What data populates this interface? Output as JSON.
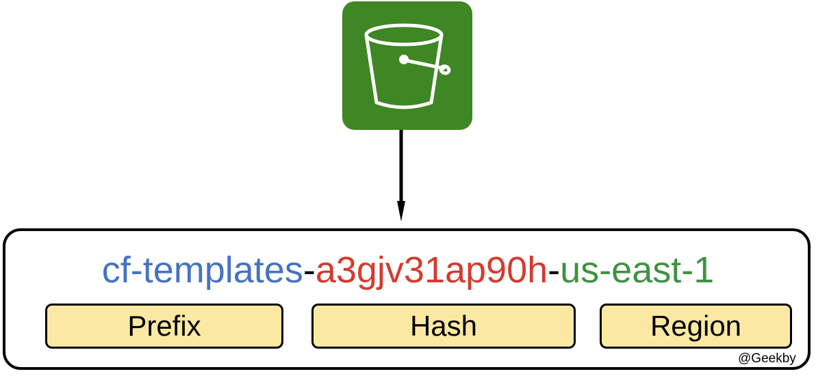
{
  "bucket_icon": {
    "icon": "s3-bucket-icon",
    "tile_color": "#3f8624",
    "glyph_color": "#ffffff"
  },
  "bucket_name": {
    "prefix": "cf-templates",
    "separator_1": "-",
    "hash": "a3gjv31ap90h",
    "separator_2": "-",
    "region": "us-east-1",
    "colors": {
      "prefix": "#4472c4",
      "hash": "#d33b2f",
      "region": "#3f9142"
    }
  },
  "labels": {
    "prefix": "Prefix",
    "hash": "Hash",
    "region": "Region",
    "fill": "#fbe9a3"
  },
  "watermark": "@Geekby"
}
